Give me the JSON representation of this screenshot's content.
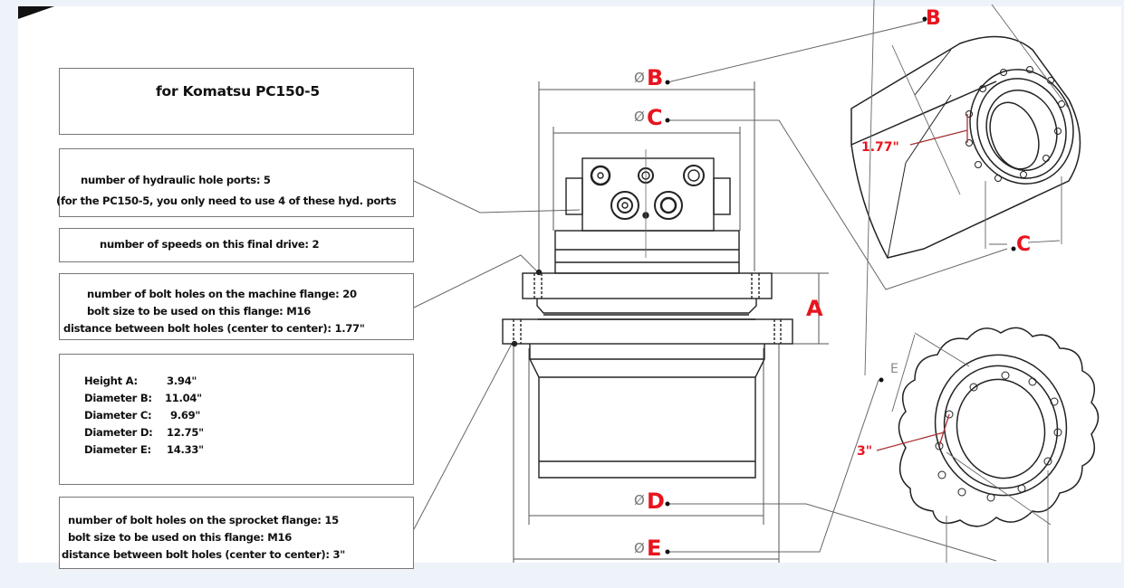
{
  "title_box": {
    "text": "for Komatsu PC150-5"
  },
  "hydraulic_box": {
    "line1": "number of hydraulic hole ports:  5",
    "line2": "(for the PC150-5, you only need to use 4 of these hyd. ports"
  },
  "speeds_box": {
    "line1": "number of speeds on this final drive:  2"
  },
  "machine_flange_box": {
    "line1": "number of bolt holes on the machine flange:  20",
    "line2": "bolt size to be used on this flange:  M16",
    "line3": "distance between bolt holes (center to center):     1.77\""
  },
  "dimensions_box": {
    "rows": [
      {
        "label": "Height A:",
        "value": "3.94\""
      },
      {
        "label": "Diameter B:",
        "value": "11.04\""
      },
      {
        "label": "Diameter C:",
        "value": "9.69\""
      },
      {
        "label": "Diameter D:",
        "value": "12.75\""
      },
      {
        "label": "Diameter E:",
        "value": "14.33\""
      }
    ]
  },
  "sprocket_flange_box": {
    "line1": "number of bolt holes on the sprocket flange:  15",
    "line2": "bolt size to be used on this flange:  M16",
    "line3": "distance between bolt holes (center to center):  3\""
  },
  "drawing_labels": {
    "diameter_symbol": "Ø",
    "B": "B",
    "C": "C",
    "D": "D",
    "E": "E",
    "A": "A",
    "machine_flange_spacing": "1.77\"",
    "sprocket_spacing": "3\"",
    "iso_B": "B",
    "iso_C": "C",
    "iso_E": "E"
  },
  "colors": {
    "accent_red": "#e8141e",
    "line_gray": "#555555",
    "background": "#eef2f9"
  }
}
